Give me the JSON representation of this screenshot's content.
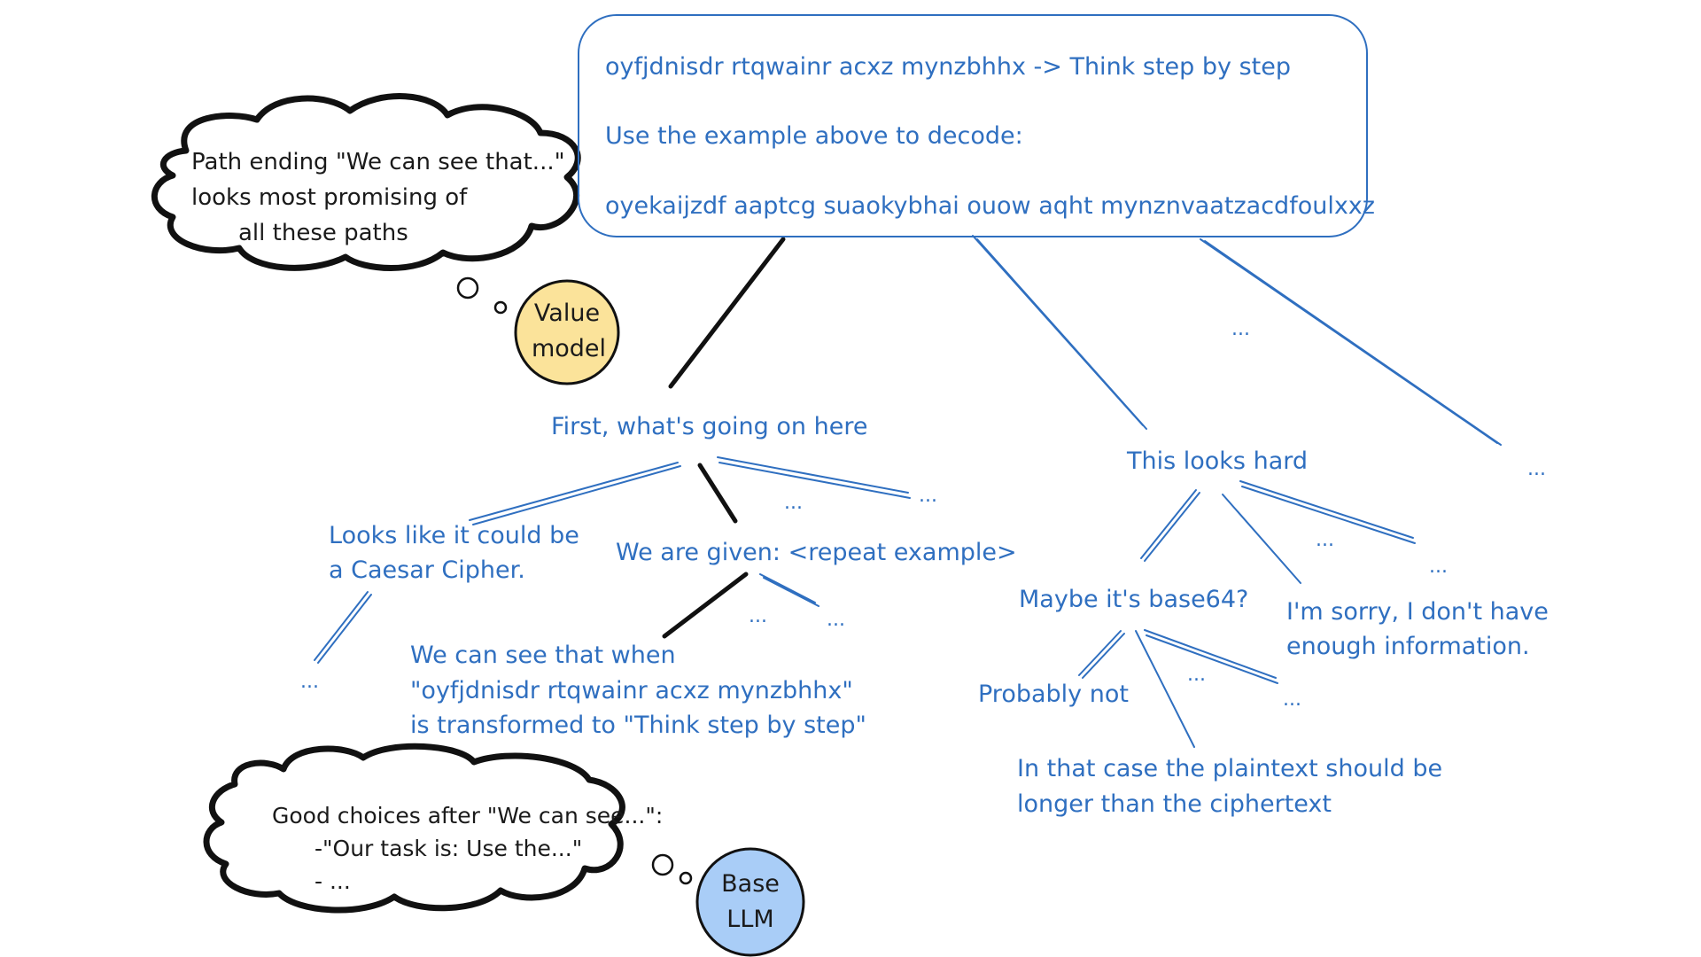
{
  "prompt": {
    "line1": "oyfjdnisdr rtqwainr acxz mynzbhhx -> Think step by step",
    "line2": "Use the example above to decode:",
    "line3": "oyekaijzdf aaptcg suaokybhai ouow aqht mynznvaatzacdfoulxxz"
  },
  "nodes": {
    "first": "First, what's going on here",
    "hard": "This looks hard",
    "caesar": [
      "Looks like it could be",
      "a Caesar Cipher."
    ],
    "given": "We are given: <repeat example>",
    "cansee": [
      "We can see that when",
      "\"oyfjdnisdr rtqwainr acxz mynzbhhx\"",
      "is transformed to \"Think step by step\""
    ],
    "base64": "Maybe it's base64?",
    "sorry": [
      "I'm sorry, I don't have",
      "enough information."
    ],
    "probably": "Probably not",
    "longer": [
      "In that case the plaintext should be",
      "longer than the ciphertext"
    ],
    "ellipsis": "..."
  },
  "thoughts": {
    "value": [
      "Path ending \"We can see that...\"",
      "looks most promising of",
      "all these paths"
    ],
    "base": [
      "Good choices after \"We can see...\":",
      "-\"Our task is: Use the...\"",
      "- ..."
    ]
  },
  "agents": {
    "value_model": [
      "Value",
      "model"
    ],
    "base_llm": [
      "Base",
      "LLM"
    ]
  },
  "colors": {
    "blue": "#2f6fc0",
    "ink": "#111111",
    "value_fill": "#fbe39a",
    "llm_fill": "#a9cdf7"
  }
}
